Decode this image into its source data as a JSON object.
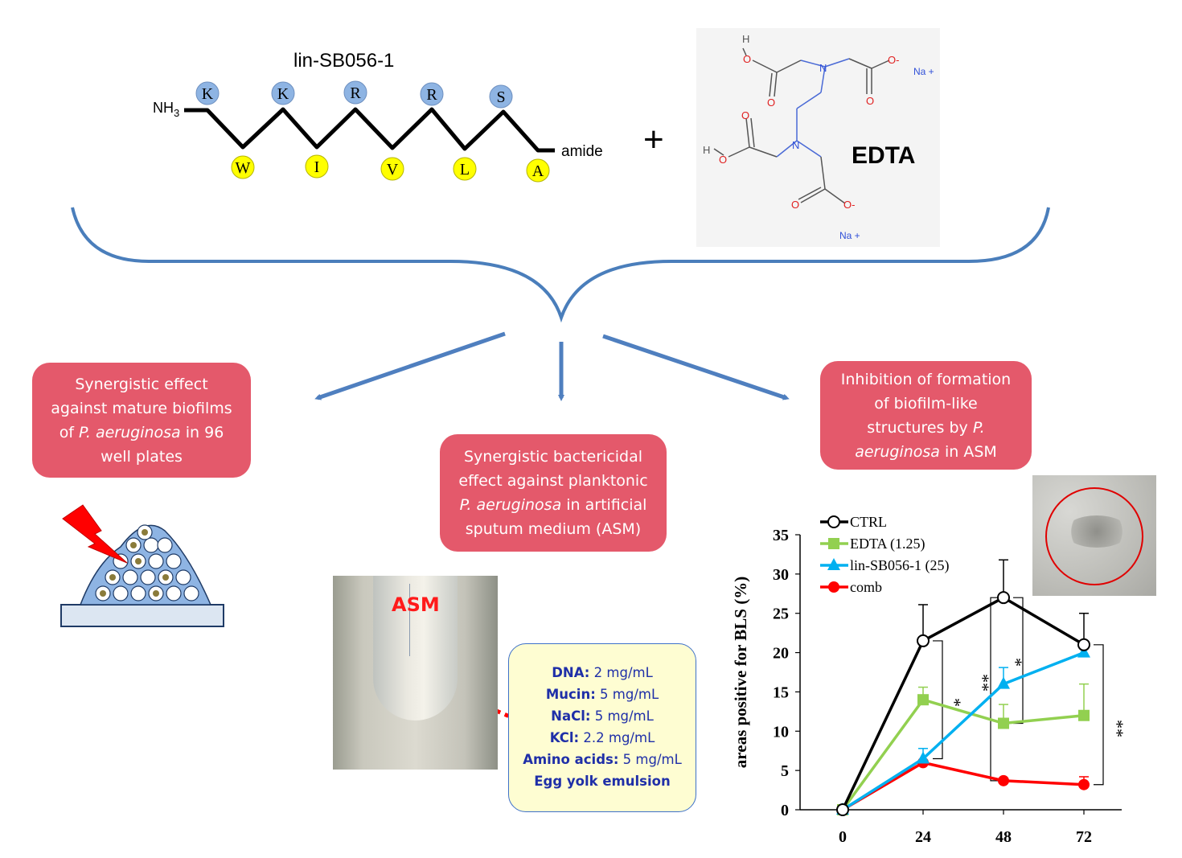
{
  "title": "lin-SB056-1",
  "peptide": {
    "nterm": "NH3",
    "cterm": "amide",
    "top_residues": [
      "K",
      "K",
      "R",
      "R",
      "S"
    ],
    "bottom_residues": [
      "W",
      "I",
      "V",
      "L",
      "A"
    ],
    "top_color": "#8eb4e3",
    "bottom_color": "#ffff00"
  },
  "plus": "+",
  "edta": {
    "label": "EDTA",
    "atoms": {
      "H": "H",
      "O": "O",
      "N": "N",
      "O_minus": "O-",
      "Na_plus": "Na +"
    }
  },
  "boxes": {
    "left": {
      "line1": "Synergistic effect",
      "line2": "against mature biofilms",
      "line3_pre": "of ",
      "line3_it": "P. aeruginosa",
      "line3_post": " in 96",
      "line4": "well plates"
    },
    "middle": {
      "line1": "Synergistic  bactericidal",
      "line2": "effect against  planktonic",
      "line3_it": "P. aeruginosa",
      "line3_post": " in artificial",
      "line4": "sputum medium (ASM)"
    },
    "right": {
      "line1": "Inhibition of formation",
      "line2": "of biofilm-like",
      "line3_pre": "structures by ",
      "line3_it": "P.",
      "line4_it": "aeruginosa",
      "line4_post": " in ASM"
    }
  },
  "asm_label": "ASM",
  "composition": [
    {
      "name": "DNA:",
      "value": " 2 mg/mL"
    },
    {
      "name": "Mucin:",
      "value": " 5 mg/mL"
    },
    {
      "name": "NaCl:",
      "value": " 5 mg/mL"
    },
    {
      "name": "KCl:",
      "value": " 2.2 mg/mL"
    },
    {
      "name": "Amino acids:",
      "value": " 5 mg/mL"
    },
    {
      "name": "Egg yolk emulsion",
      "value": ""
    }
  ],
  "colors": {
    "box": "#e4596b",
    "arrow": "#4f7fbf",
    "brace": "#4a7ebb"
  },
  "chart_data": {
    "type": "line",
    "x": [
      0,
      24,
      48,
      72
    ],
    "xlabel": "",
    "ylabel": "areas positive for BLS (%)",
    "ylim": [
      0,
      35
    ],
    "yticks": [
      0,
      5,
      10,
      15,
      20,
      25,
      30,
      35
    ],
    "grid": false,
    "legend_placement": "top-left",
    "series": [
      {
        "name": "CTRL",
        "color": "#000000",
        "marker": "open-circle",
        "values": [
          0,
          21.5,
          27,
          21
        ],
        "errors": [
          0,
          4.6,
          4.8,
          4
        ]
      },
      {
        "name": "EDTA (1.25)",
        "color": "#92d050",
        "marker": "square",
        "values": [
          0,
          14,
          11,
          12
        ],
        "errors": [
          0,
          1.6,
          2.4,
          4
        ]
      },
      {
        "name": "lin-SB056-1 (25)",
        "color": "#00b0f0",
        "marker": "triangle",
        "values": [
          0,
          6.5,
          16,
          20
        ],
        "errors": [
          0,
          1.3,
          2.1,
          0
        ]
      },
      {
        "name": "comb",
        "color": "#ff0000",
        "marker": "filled-circle",
        "values": [
          0,
          6,
          3.7,
          3.2
        ],
        "errors": [
          0,
          0,
          0,
          1
        ]
      }
    ],
    "annotations": [
      "*",
      "**",
      "*",
      "**"
    ]
  }
}
